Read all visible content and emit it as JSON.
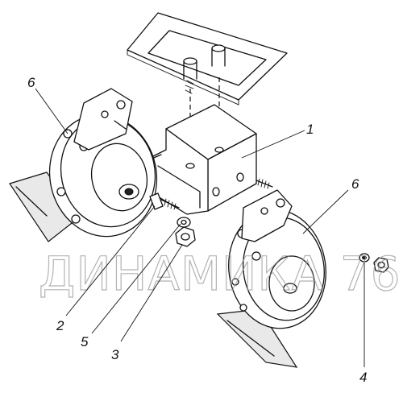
{
  "callouts": {
    "c1": "1",
    "c2": "2",
    "c3": "3",
    "c4": "4",
    "c5": "5",
    "c6_left": "6",
    "c6_right": "6"
  },
  "watermark": "ДИНАМИКА 76"
}
